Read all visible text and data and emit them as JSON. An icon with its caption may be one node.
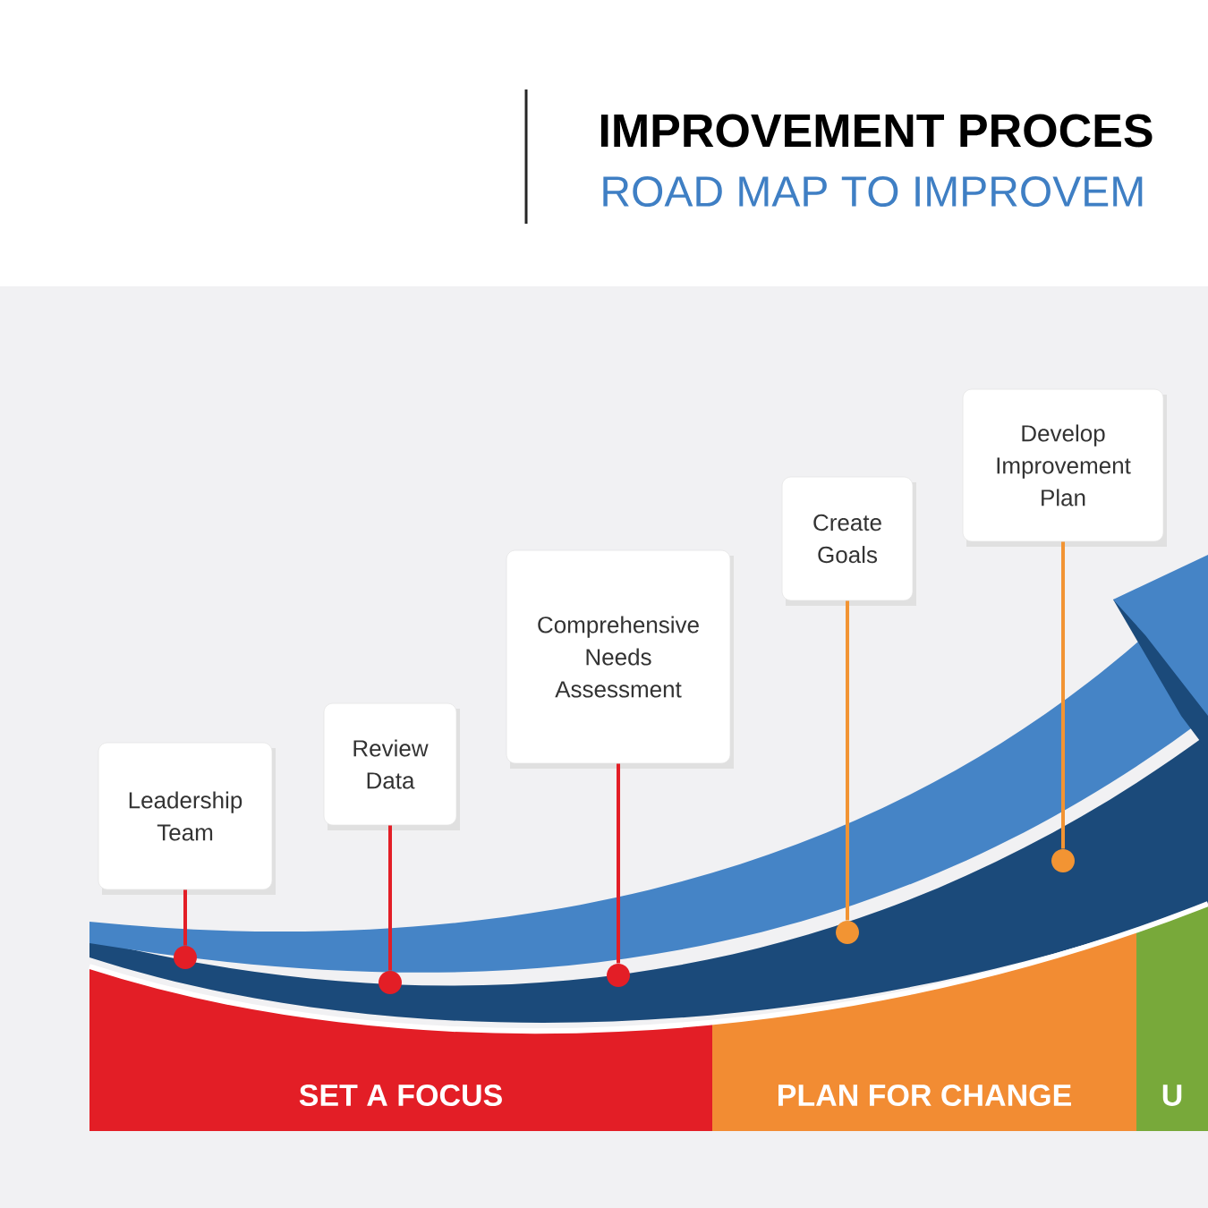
{
  "diagram": {
    "title": "IMPROVEMENT PROCES",
    "nodes": [
      {
        "text": [
          "Leadership Team"
        ]
      },
      {
        "text": [
          "Review Data"
        ]
      },
      {
        "text": [
          "Comprehensive Needs Assessment"
        ]
      },
      {
        "text": [
          "Create Goals"
        ]
      },
      {
        "text": [
          "Develop Improvement Plan"
        ]
      },
      {
        "text": [],
        "shape": "circle"
      },
      {
        "text": [],
        "shape": "circle"
      },
      {
        "text": [],
        "shape": "circle"
      },
      {
        "text": [],
        "shape": "circle"
      },
      {
        "text": [],
        "shape": "circle"
      },
      {
        "text": [
          "SET A FOCUS"
        ]
      },
      {
        "text": [
          "PLAN FOR CHANGE"
        ]
      },
      {
        "text": [
          "U"
        ]
      }
    ],
    "edges": [
      {
        "from": 0,
        "to": 5,
        "arrow": "none",
        "color": "#e31e26"
      },
      {
        "from": 1,
        "to": 6,
        "arrow": "none",
        "color": "#e31e26"
      },
      {
        "from": 2,
        "to": 7,
        "arrow": "none",
        "color": "#e31e26"
      },
      {
        "from": 3,
        "to": 8,
        "arrow": "none",
        "color": "#f29433"
      },
      {
        "from": 4,
        "to": 9,
        "arrow": "none",
        "color": "#f29433"
      }
    ],
    "labels": [
      "ROAD MAP TO IMPROVEM"
    ]
  }
}
